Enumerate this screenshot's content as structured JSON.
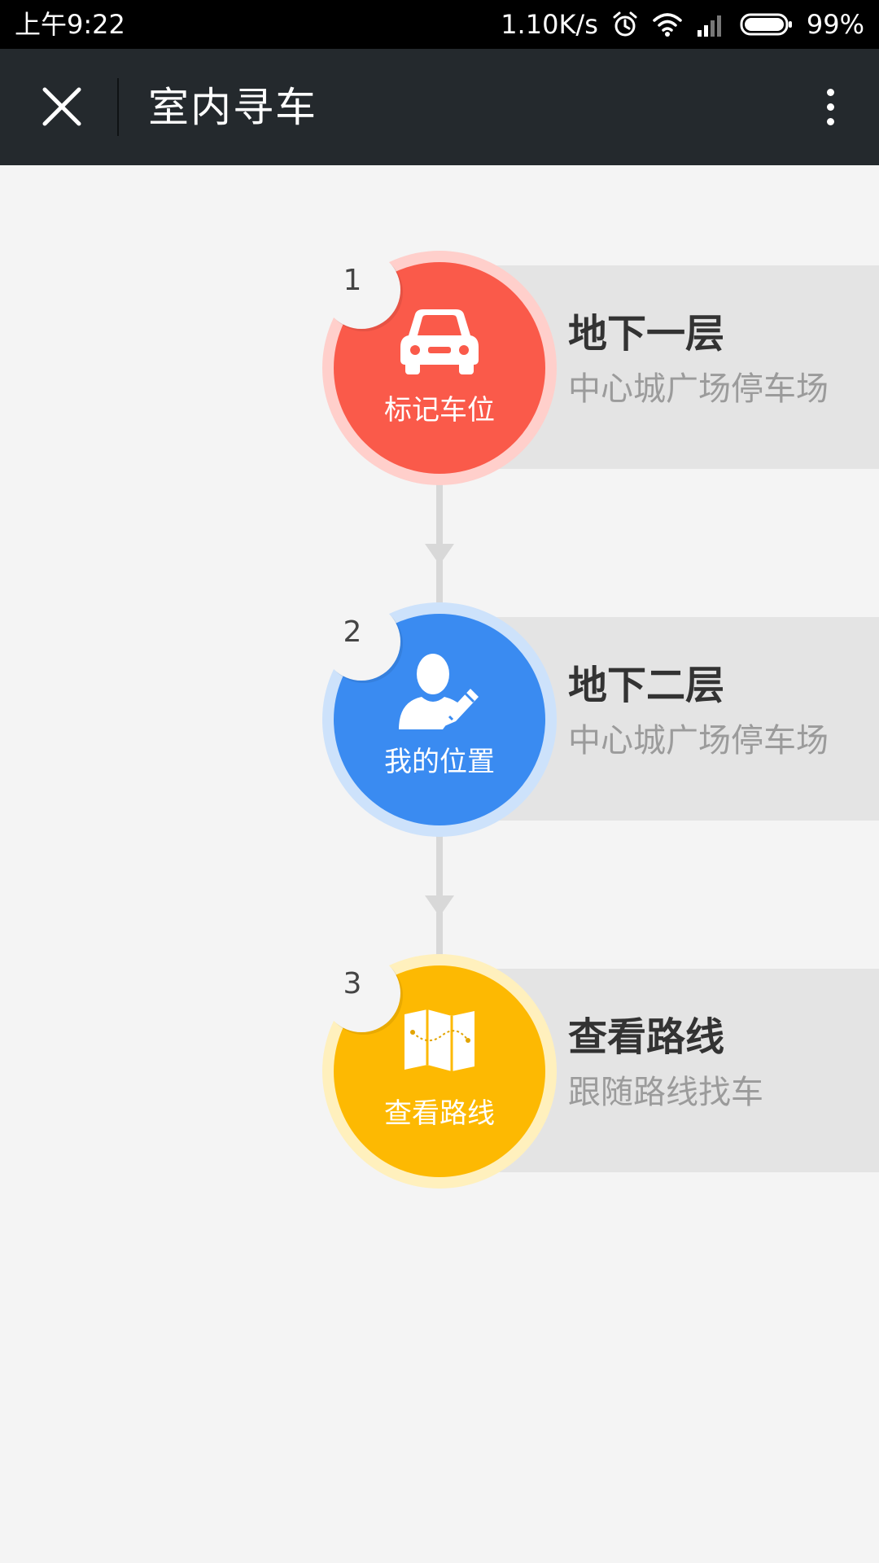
{
  "status_bar": {
    "time": "上午9:22",
    "network_speed": "1.10K/s",
    "battery": "99%",
    "icons": [
      "alarm-icon",
      "wifi-icon",
      "signal-icon",
      "battery-icon"
    ]
  },
  "title_bar": {
    "title": "室内寻车",
    "close_icon": "close-icon",
    "more_icon": "more-vertical-icon"
  },
  "steps": [
    {
      "number": "1",
      "circle_label": "标记车位",
      "title": "地下一层",
      "subtitle": "中心城广场停车场",
      "icon": "car-icon",
      "color": "#fa5a4a"
    },
    {
      "number": "2",
      "circle_label": "我的位置",
      "title": "地下二层",
      "subtitle": "中心城广场停车场",
      "icon": "person-edit-icon",
      "color": "#3a8bf1"
    },
    {
      "number": "3",
      "circle_label": "查看路线",
      "title": "查看路线",
      "subtitle": "跟随路线找车",
      "icon": "map-icon",
      "color": "#fdb902"
    }
  ],
  "colors": {
    "status_bar_bg": "#000000",
    "title_bar_bg": "#24292d",
    "page_bg": "#f4f4f4",
    "panel_bg": "#e4e4e4",
    "connector": "#d8d8d8"
  }
}
